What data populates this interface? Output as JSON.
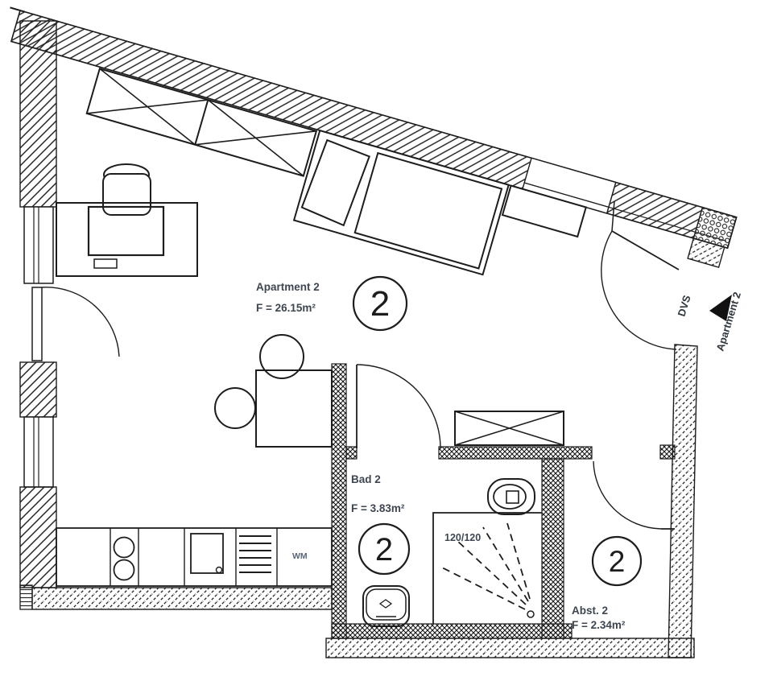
{
  "rooms": [
    {
      "name": "Apartment 2",
      "area": "F = 26.15m²",
      "number": "2"
    },
    {
      "name": "Bad 2",
      "area": "F = 3.83m²",
      "number": "2"
    },
    {
      "name": "Abst. 2",
      "area": "F = 2.34m²",
      "number": "2"
    }
  ],
  "labels": {
    "shower_size": "120/120",
    "washing_machine": "WM",
    "entrance_route": "DVS",
    "entrance_apartment": "Apartment 2"
  },
  "colors": {
    "line": "#1d1d1d",
    "text": "#3e4652"
  }
}
